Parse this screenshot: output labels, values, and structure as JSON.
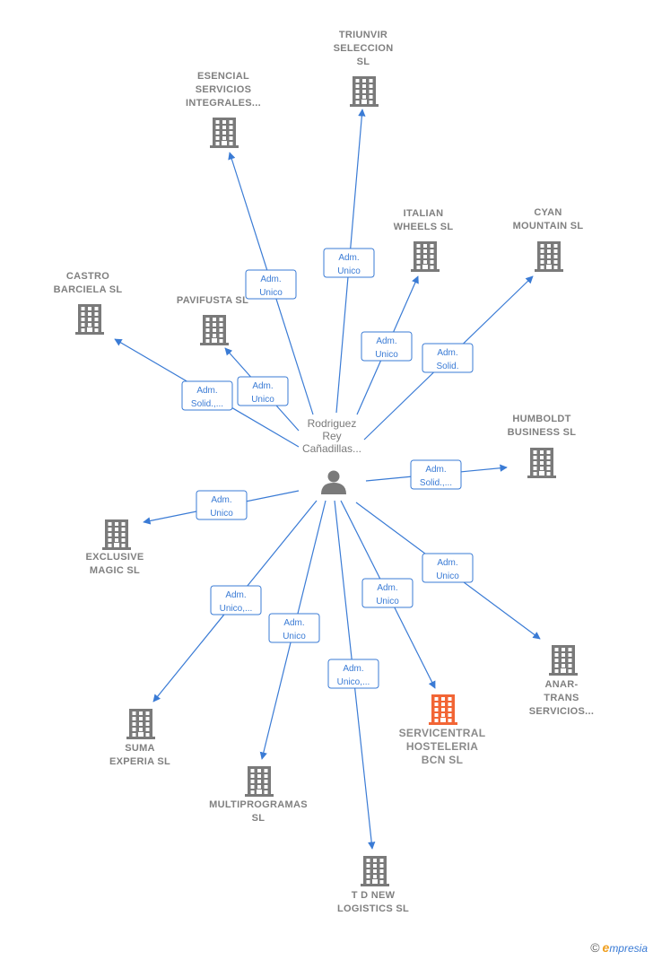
{
  "person": {
    "lines": [
      "Rodriguez",
      "Rey",
      "Cañadillas..."
    ]
  },
  "colors": {
    "edge": "#3a7bd5",
    "building": "#7a7a7a",
    "highlight": "#f26535",
    "label": "#808080"
  },
  "companies": [
    {
      "id": "triunvir",
      "lines": [
        "TRIUNVIR",
        "SELECCION",
        "SL"
      ],
      "highlight": false
    },
    {
      "id": "esencial",
      "lines": [
        "ESENCIAL",
        "SERVICIOS",
        "INTEGRALES..."
      ],
      "highlight": false
    },
    {
      "id": "italian",
      "lines": [
        "ITALIAN",
        "WHEELS SL"
      ],
      "highlight": false
    },
    {
      "id": "cyan",
      "lines": [
        "CYAN",
        "MOUNTAIN SL"
      ],
      "highlight": false
    },
    {
      "id": "castro",
      "lines": [
        "CASTRO",
        "BARCIELA SL"
      ],
      "highlight": false
    },
    {
      "id": "pavifusta",
      "lines": [
        "PAVIFUSTA SL"
      ],
      "highlight": false
    },
    {
      "id": "humboldt",
      "lines": [
        "HUMBOLDT",
        "BUSINESS SL"
      ],
      "highlight": false
    },
    {
      "id": "exclusive",
      "lines": [
        "EXCLUSIVE",
        "MAGIC SL"
      ],
      "highlight": false
    },
    {
      "id": "anar",
      "lines": [
        "ANAR-",
        "TRANS",
        "SERVICIOS..."
      ],
      "highlight": false
    },
    {
      "id": "servicentral",
      "lines": [
        "SERVICENTRAL",
        "HOSTELERIA",
        "BCN SL"
      ],
      "highlight": true
    },
    {
      "id": "suma",
      "lines": [
        "SUMA",
        "EXPERIA SL"
      ],
      "highlight": false
    },
    {
      "id": "multiprogramas",
      "lines": [
        "MULTIPROGRAMAS",
        "SL"
      ],
      "highlight": false
    },
    {
      "id": "tdnew",
      "lines": [
        "T D NEW",
        "LOGISTICS SL"
      ],
      "highlight": false
    }
  ],
  "roles": [
    {
      "target": "triunvir",
      "lines": [
        "Adm.",
        "Unico"
      ]
    },
    {
      "target": "esencial",
      "lines": [
        "Adm.",
        "Unico"
      ]
    },
    {
      "target": "italian",
      "lines": [
        "Adm.",
        "Unico"
      ]
    },
    {
      "target": "cyan",
      "lines": [
        "Adm.",
        "Solid."
      ]
    },
    {
      "target": "castro",
      "lines": [
        "Adm.",
        "Solid.,..."
      ]
    },
    {
      "target": "pavifusta",
      "lines": [
        "Adm.",
        "Unico"
      ]
    },
    {
      "target": "humboldt",
      "lines": [
        "Adm.",
        "Solid.,..."
      ]
    },
    {
      "target": "exclusive",
      "lines": [
        "Adm.",
        "Unico"
      ]
    },
    {
      "target": "anar",
      "lines": [
        "Adm.",
        "Unico"
      ]
    },
    {
      "target": "servicentral",
      "lines": [
        "Adm.",
        "Unico"
      ]
    },
    {
      "target": "suma",
      "lines": [
        "Adm.",
        "Unico,..."
      ]
    },
    {
      "target": "multiprogramas",
      "lines": [
        "Adm.",
        "Unico"
      ]
    },
    {
      "target": "tdnew",
      "lines": [
        "Adm.",
        "Unico,..."
      ]
    }
  ],
  "brand": {
    "copyright": "©",
    "initial": "e",
    "rest": "mpresia"
  }
}
